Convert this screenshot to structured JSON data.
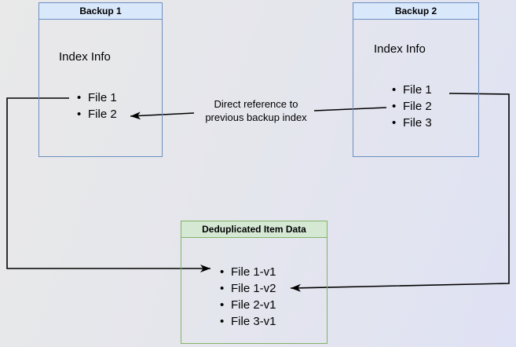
{
  "boxes": {
    "backup1": {
      "title": "Backup 1",
      "section_label": "Index Info",
      "items": [
        "File 1",
        "File 2"
      ]
    },
    "backup2": {
      "title": "Backup 2",
      "section_label": "Index Info",
      "items": [
        "File 1",
        "File 2",
        "File 3"
      ]
    },
    "dedup": {
      "title": "Deduplicated Item Data",
      "items": [
        "File 1-v1",
        "File 1-v2",
        "File 2-v1",
        "File 3-v1"
      ]
    }
  },
  "annotations": {
    "direct_reference": "Direct reference to previous backup index"
  },
  "colors": {
    "blue_fill": "#dae8fc",
    "blue_border": "#6c8ebf",
    "green_fill": "#d5e8d4",
    "green_border": "#82b366",
    "line_color": "#000000",
    "bg_start": "#e9e9e9",
    "bg_end": "#dfe2f4"
  }
}
